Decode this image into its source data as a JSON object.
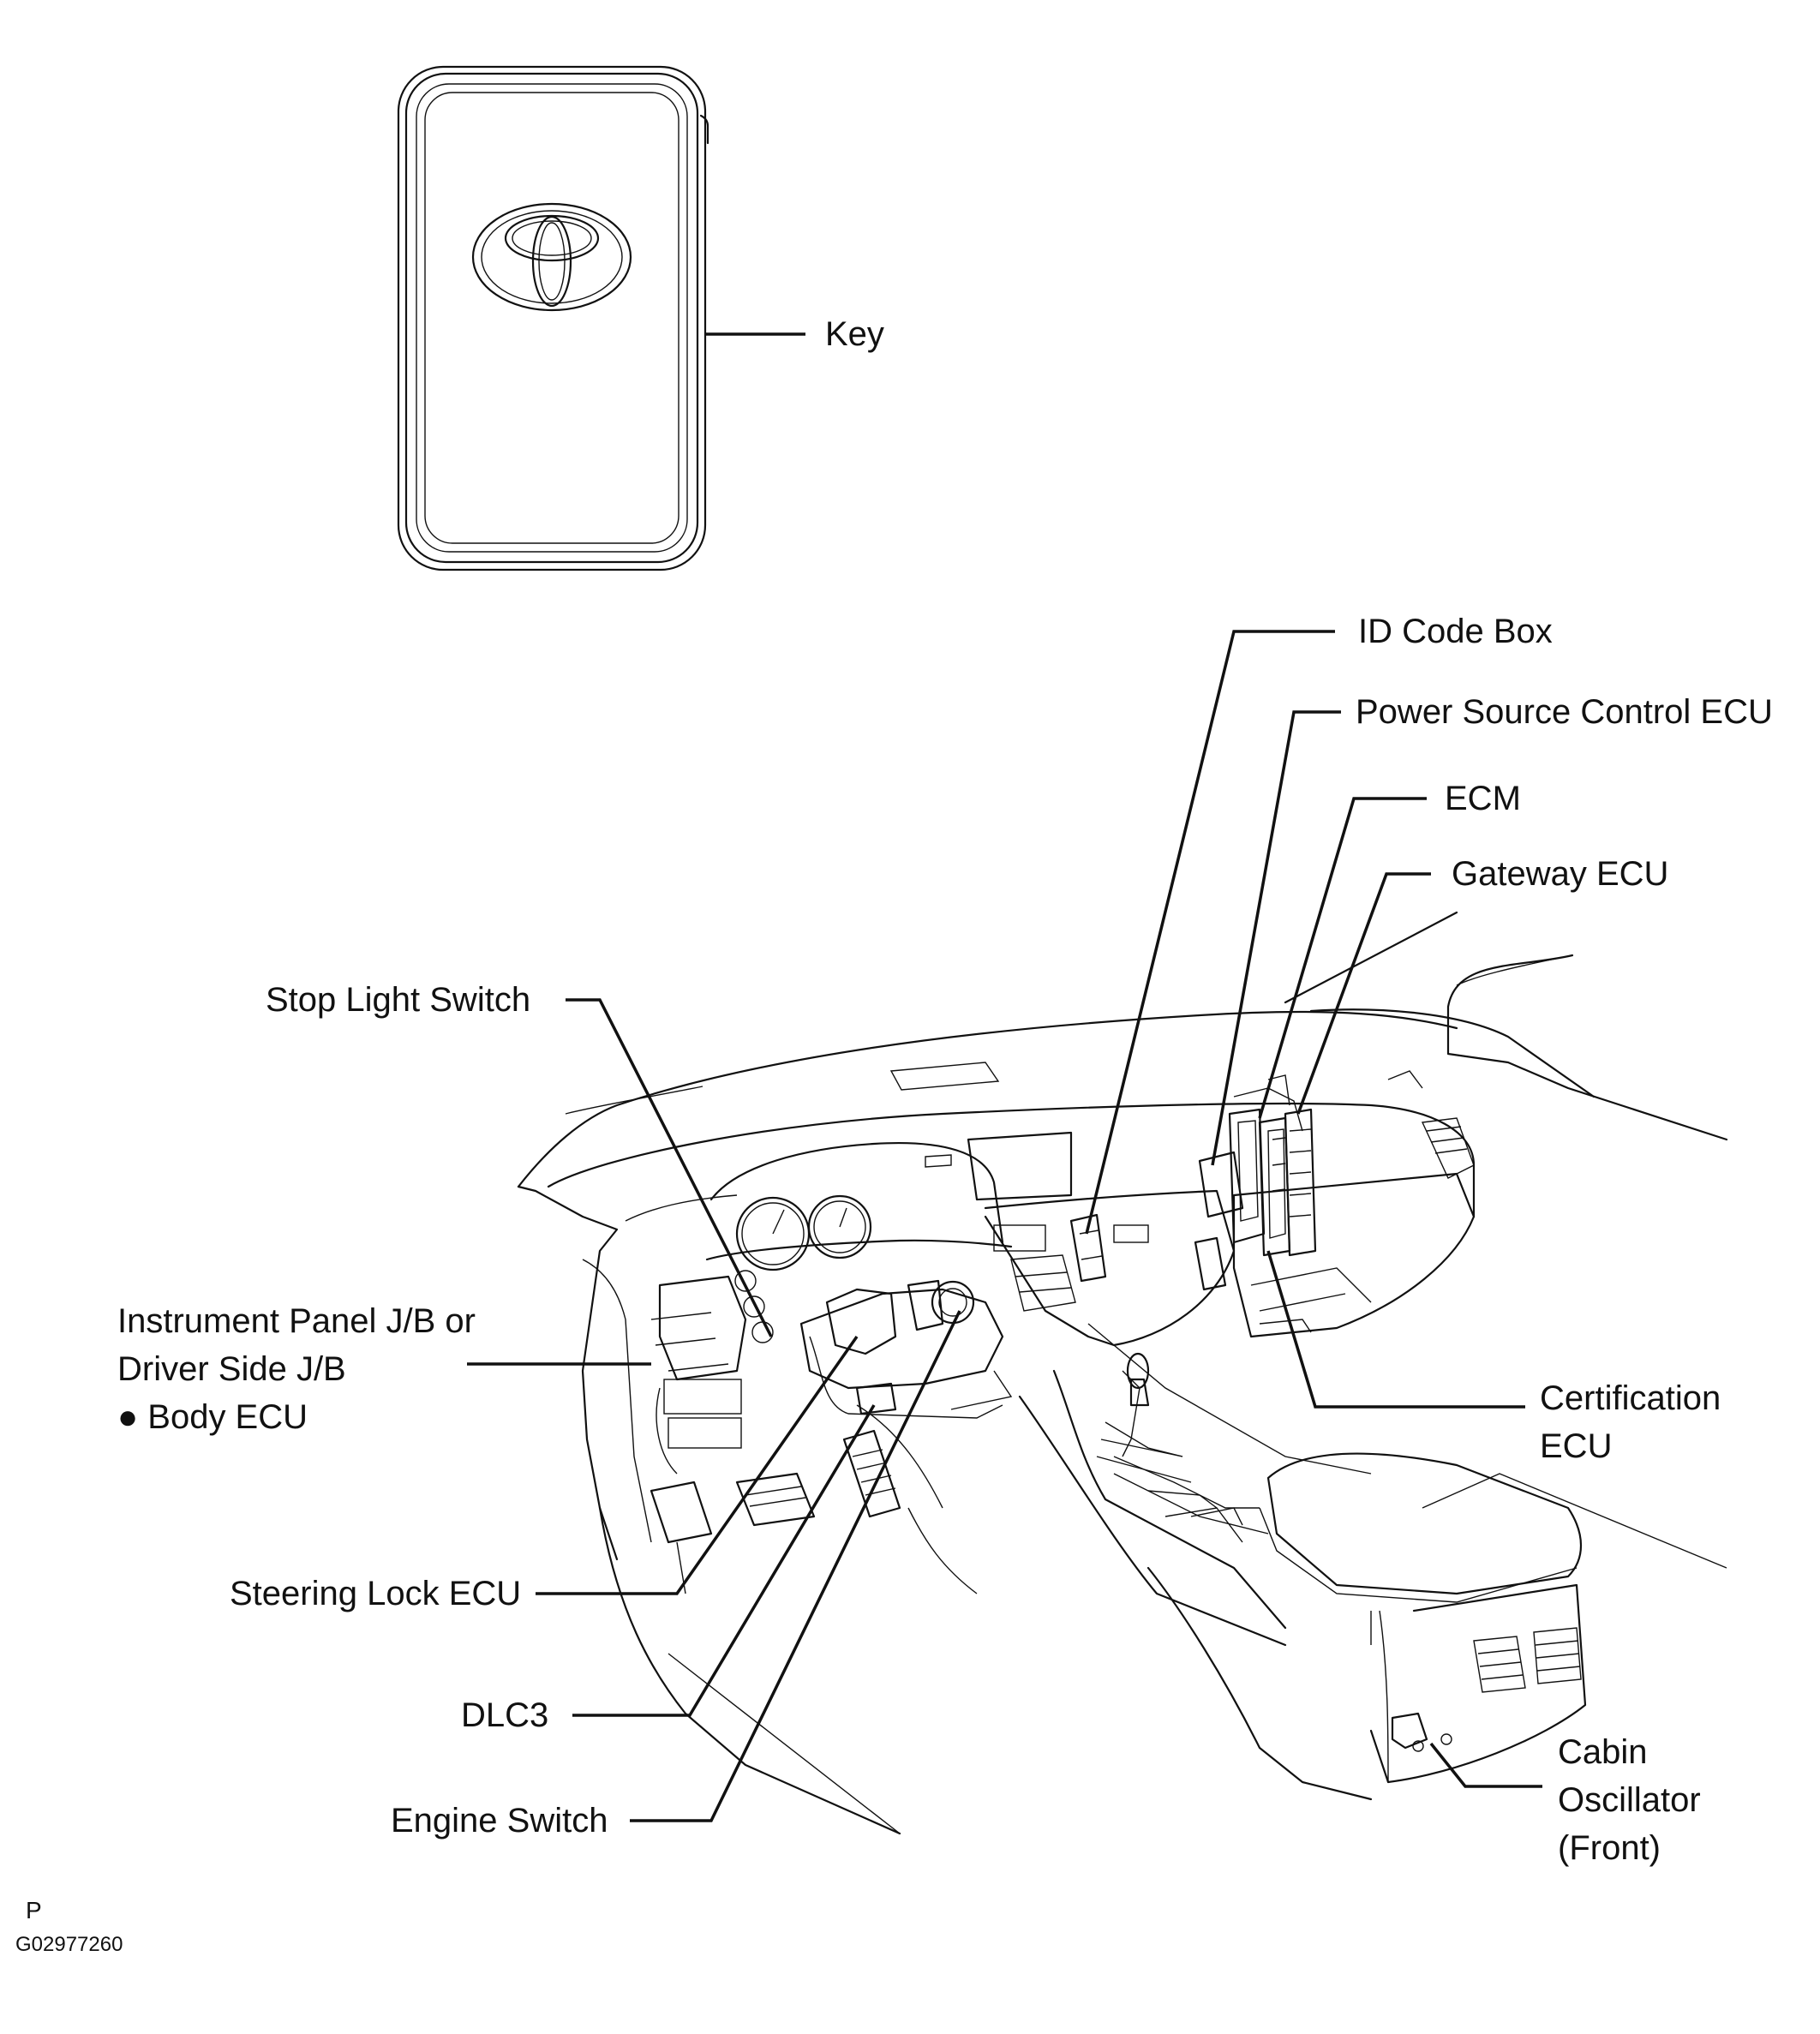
{
  "labels": {
    "key": "Key",
    "id_code_box": "ID Code Box",
    "power_source_control_ecu": "Power Source Control ECU",
    "ecm": "ECM",
    "gateway_ecu": "Gateway ECU",
    "stop_light_switch": "Stop Light Switch",
    "instrument_panel_jb_line1": "Instrument Panel J/B or",
    "instrument_panel_jb_line2": "Driver Side J/B",
    "body_ecu": "● Body ECU",
    "certification_ecu_line1": "Certification",
    "certification_ecu_line2": "ECU",
    "steering_lock_ecu": "Steering Lock ECU",
    "dlc3": "DLC3",
    "engine_switch": "Engine Switch",
    "cabin_oscillator_line1": "Cabin",
    "cabin_oscillator_line2": "Oscillator",
    "cabin_oscillator_line3": "(Front)"
  },
  "footer": {
    "code_letter": "P",
    "figure_code": "G02977260"
  }
}
